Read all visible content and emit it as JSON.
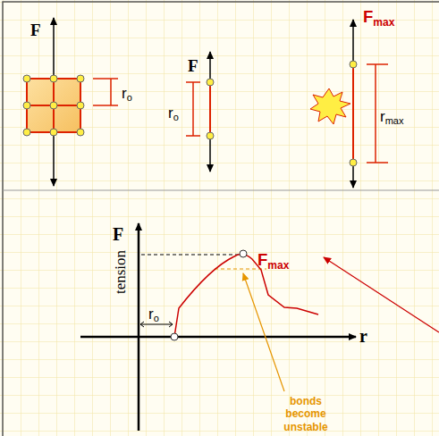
{
  "diagram": {
    "labels": [
      "F",
      "ro",
      "F",
      "ro",
      "Fmax",
      "rmax",
      "F",
      "tension",
      "ro",
      "Fmax",
      "r",
      "bonds become unstable"
    ]
  }
}
